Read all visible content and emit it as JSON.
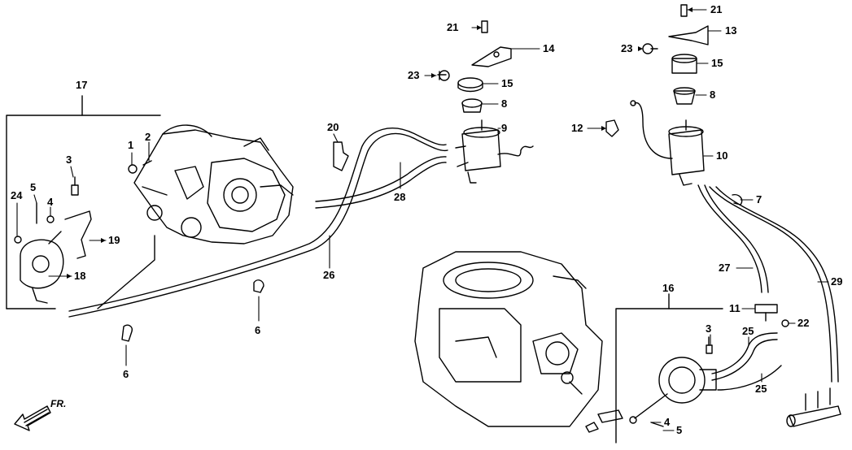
{
  "diagram": {
    "type": "exploded-parts-diagram",
    "direction_marker": {
      "label": "FR.",
      "icon": "arrow-left-down-icon"
    },
    "groups": [
      {
        "id": "17",
        "label": "17",
        "parts": [
          "1",
          "2",
          "3",
          "4",
          "5",
          "18",
          "19",
          "24"
        ]
      },
      {
        "id": "16",
        "label": "16",
        "parts": [
          "3",
          "4",
          "5",
          "25"
        ]
      }
    ],
    "callouts": [
      {
        "id": "c1",
        "label": "1"
      },
      {
        "id": "c2",
        "label": "2"
      },
      {
        "id": "c3a",
        "label": "3"
      },
      {
        "id": "c24",
        "label": "24"
      },
      {
        "id": "c5a",
        "label": "5"
      },
      {
        "id": "c4a",
        "label": "4"
      },
      {
        "id": "c19",
        "label": "19"
      },
      {
        "id": "c18",
        "label": "18"
      },
      {
        "id": "c17",
        "label": "17"
      },
      {
        "id": "c6a",
        "label": "6"
      },
      {
        "id": "c6b",
        "label": "6"
      },
      {
        "id": "c20",
        "label": "20"
      },
      {
        "id": "c28",
        "label": "28"
      },
      {
        "id": "c26",
        "label": "26"
      },
      {
        "id": "c21a",
        "label": "21"
      },
      {
        "id": "c14",
        "label": "14"
      },
      {
        "id": "c23a",
        "label": "23"
      },
      {
        "id": "c15a",
        "label": "15"
      },
      {
        "id": "c8a",
        "label": "8"
      },
      {
        "id": "c9",
        "label": "9"
      },
      {
        "id": "c21b",
        "label": "21"
      },
      {
        "id": "c13",
        "label": "13"
      },
      {
        "id": "c23b",
        "label": "23"
      },
      {
        "id": "c15b",
        "label": "15"
      },
      {
        "id": "c8b",
        "label": "8"
      },
      {
        "id": "c12",
        "label": "12"
      },
      {
        "id": "c10",
        "label": "10"
      },
      {
        "id": "c7",
        "label": "7"
      },
      {
        "id": "c27",
        "label": "27"
      },
      {
        "id": "c29",
        "label": "29"
      },
      {
        "id": "c11",
        "label": "11"
      },
      {
        "id": "c22",
        "label": "22"
      },
      {
        "id": "c16",
        "label": "16"
      },
      {
        "id": "c3b",
        "label": "3"
      },
      {
        "id": "c25a",
        "label": "25"
      },
      {
        "id": "c25b",
        "label": "25"
      },
      {
        "id": "c4b",
        "label": "4"
      },
      {
        "id": "c5b",
        "label": "5"
      }
    ]
  }
}
